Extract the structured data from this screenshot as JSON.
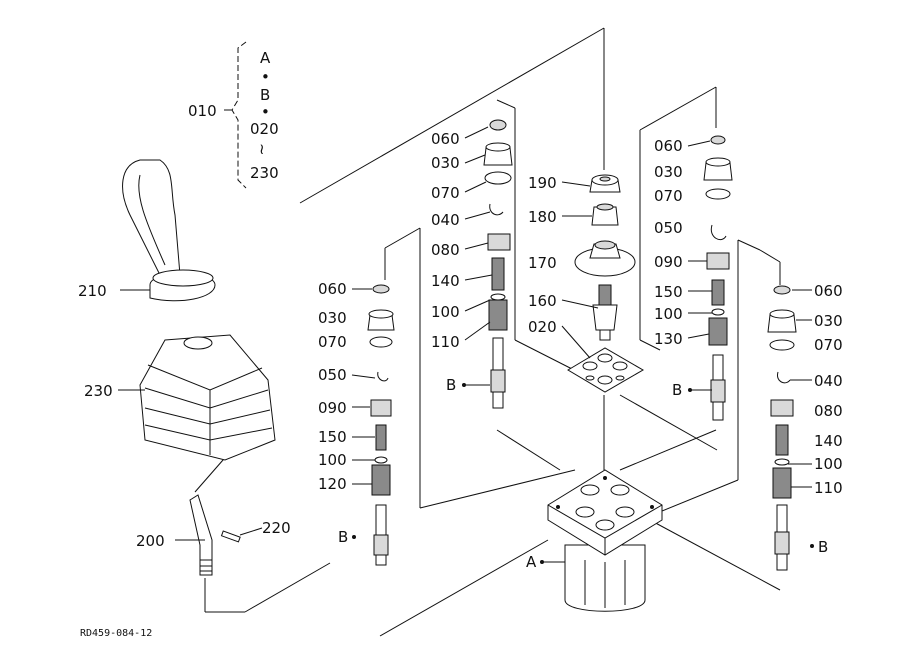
{
  "labels": {
    "l010": "010",
    "l210": "210",
    "l230": "230",
    "l200": "200",
    "l220": "220",
    "la_060": "060",
    "la_030": "030",
    "la_070": "070",
    "la_050": "050",
    "la_090": "090",
    "la_150": "150",
    "la_100": "100",
    "la_120": "120",
    "la_b": "B",
    "lb_060": "060",
    "lb_030": "030",
    "lb_070": "070",
    "lb_040": "040",
    "lb_080": "080",
    "lb_140": "140",
    "lb_100": "100",
    "lb_110": "110",
    "lb_b": "B",
    "lc_190": "190",
    "lc_180": "180",
    "lc_170": "170",
    "lc_160": "160",
    "lc_020": "020",
    "ld_060": "060",
    "ld_030": "030",
    "ld_070": "070",
    "ld_050": "050",
    "ld_090": "090",
    "ld_150": "150",
    "ld_100": "100",
    "ld_130": "130",
    "ld_b": "B",
    "le_060": "060",
    "le_030": "030",
    "le_070": "070",
    "le_040": "040",
    "le_080": "080",
    "le_140": "140",
    "le_100": "100",
    "le_110": "110",
    "le_b": "B",
    "l_a": "A"
  },
  "bracket": {
    "a": "A",
    "dot1": "•",
    "b": "B",
    "dot2": "•",
    "from": "020",
    "tilde": "≀",
    "to": "230"
  },
  "ref_code": "RD459-084-12"
}
